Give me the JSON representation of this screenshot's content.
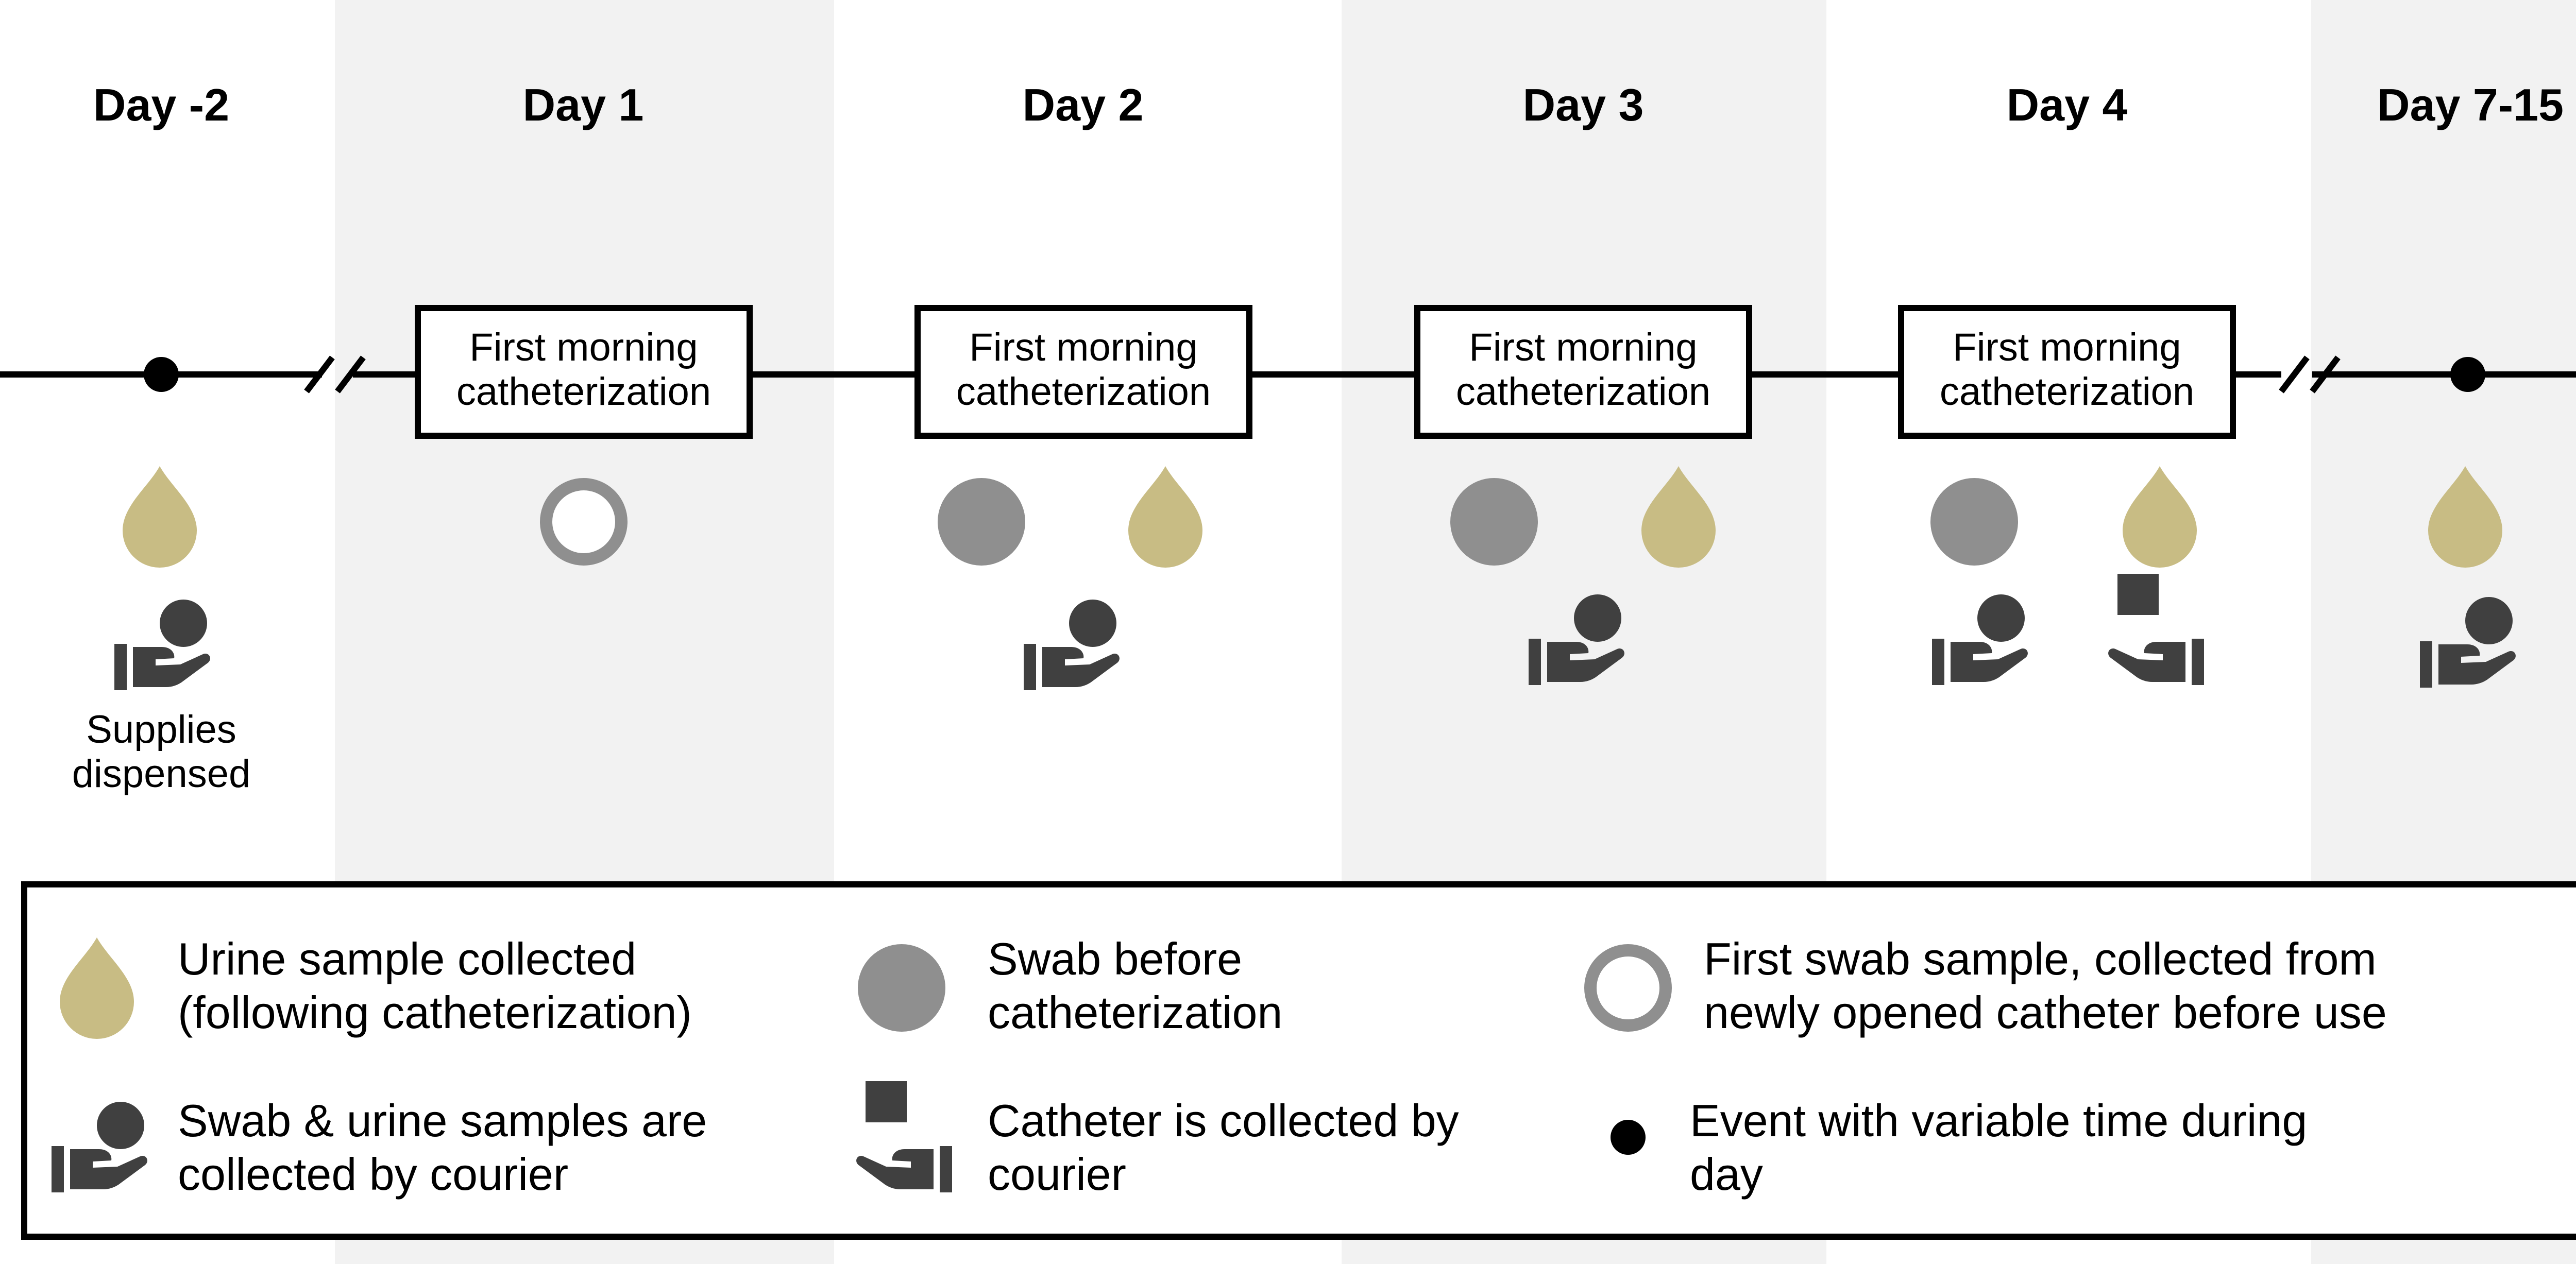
{
  "timeline": {
    "days": [
      "Day -2",
      "Day 1",
      "Day 2",
      "Day 3",
      "Day 4",
      "Day 7-15"
    ],
    "box_lines": [
      "First morning",
      "catheterization"
    ],
    "supplies_note": [
      "Supplies",
      "dispensed"
    ]
  },
  "legend": {
    "urine": [
      "Urine sample collected",
      "(following catheterization)"
    ],
    "swab": [
      "Swab before",
      "catheterization"
    ],
    "first_swab": [
      "First swab sample, collected from",
      "newly opened catheter before use"
    ],
    "courier_samples": [
      "Swab & urine samples are",
      "collected by courier"
    ],
    "courier_catheter": [
      "Catheter is collected by",
      "courier"
    ],
    "variable_event": [
      "Event with variable time during",
      "day"
    ]
  },
  "colors": {
    "urine_drop": "#C8BC84",
    "swab_fill": "#8F8F8F",
    "icon_dark": "#404040",
    "band_gray": "#F2F2F2"
  },
  "icons": {
    "urine": "droplet-icon",
    "swab": "filled-circle-icon",
    "first_swab": "ring-icon",
    "courier_samples": "hand-with-sphere-icon",
    "courier_catheter": "hand-with-square-icon",
    "variable_event": "dot-icon"
  }
}
